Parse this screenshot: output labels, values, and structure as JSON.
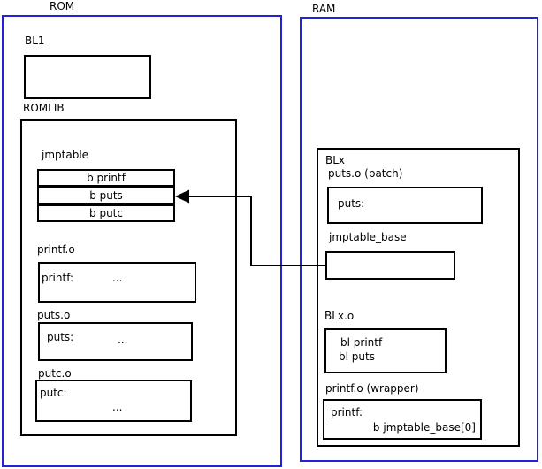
{
  "colors": {
    "region_border": "#2222dd",
    "box_border": "#000000",
    "background": "#ffffff",
    "text": "#000000"
  },
  "rom": {
    "label": "ROM",
    "bl1": {
      "label": "BL1"
    },
    "romlib": {
      "label": "ROMLIB",
      "jmptable": {
        "label": "jmptable",
        "rows": [
          "b printf",
          "b puts",
          "b putc"
        ]
      },
      "printf_o": {
        "label": "printf.o",
        "symbol": "printf:",
        "body": "..."
      },
      "puts_o": {
        "label": "puts.o",
        "symbol": "puts:",
        "body": "..."
      },
      "putc_o": {
        "label": "putc.o",
        "symbol": "putc:",
        "body": "..."
      }
    }
  },
  "ram": {
    "label": "RAM",
    "blx": {
      "label": "BLx",
      "puts_patch": {
        "label": "puts.o (patch)",
        "symbol": "puts:"
      },
      "jmptable_base": {
        "label": "jmptable_base"
      },
      "blx_o": {
        "label": "BLx.o",
        "line1": "bl printf",
        "line2": "bl puts"
      },
      "printf_wrapper": {
        "label": "printf.o (wrapper)",
        "symbol": "printf:",
        "body": "b jmptable_base[0]"
      }
    }
  },
  "arrow": {
    "from": "jmptable_base",
    "to": "jmptable row 'b puts'"
  }
}
